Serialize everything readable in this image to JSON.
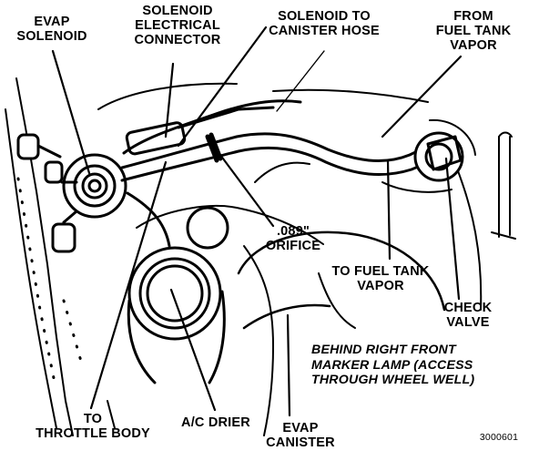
{
  "labels": {
    "evap_solenoid": "EVAP\nSOLENOID",
    "solenoid_electrical_connector": "SOLENOID\nELECTRICAL\nCONNECTOR",
    "solenoid_to_canister_hose": "SOLENOID TO\nCANISTER HOSE",
    "from_fuel_tank_vapor": "FROM\nFUEL TANK\nVAPOR",
    "orifice": ".089\"\nORIFICE",
    "to_fuel_tank_vapor": "TO FUEL TANK\nVAPOR",
    "check_valve": "CHECK\nVALVE",
    "location_note": "BEHIND RIGHT FRONT\nMARKER LAMP (ACCESS\nTHROUGH WHEEL WELL)",
    "to_throttle_body": "TO\nTHROTTLE BODY",
    "ac_drier": "A/C DRIER",
    "evap_canister": "EVAP\nCANISTER",
    "figure_number": "3000601"
  },
  "colors": {
    "ink": "#000000",
    "paper": "#ffffff"
  }
}
